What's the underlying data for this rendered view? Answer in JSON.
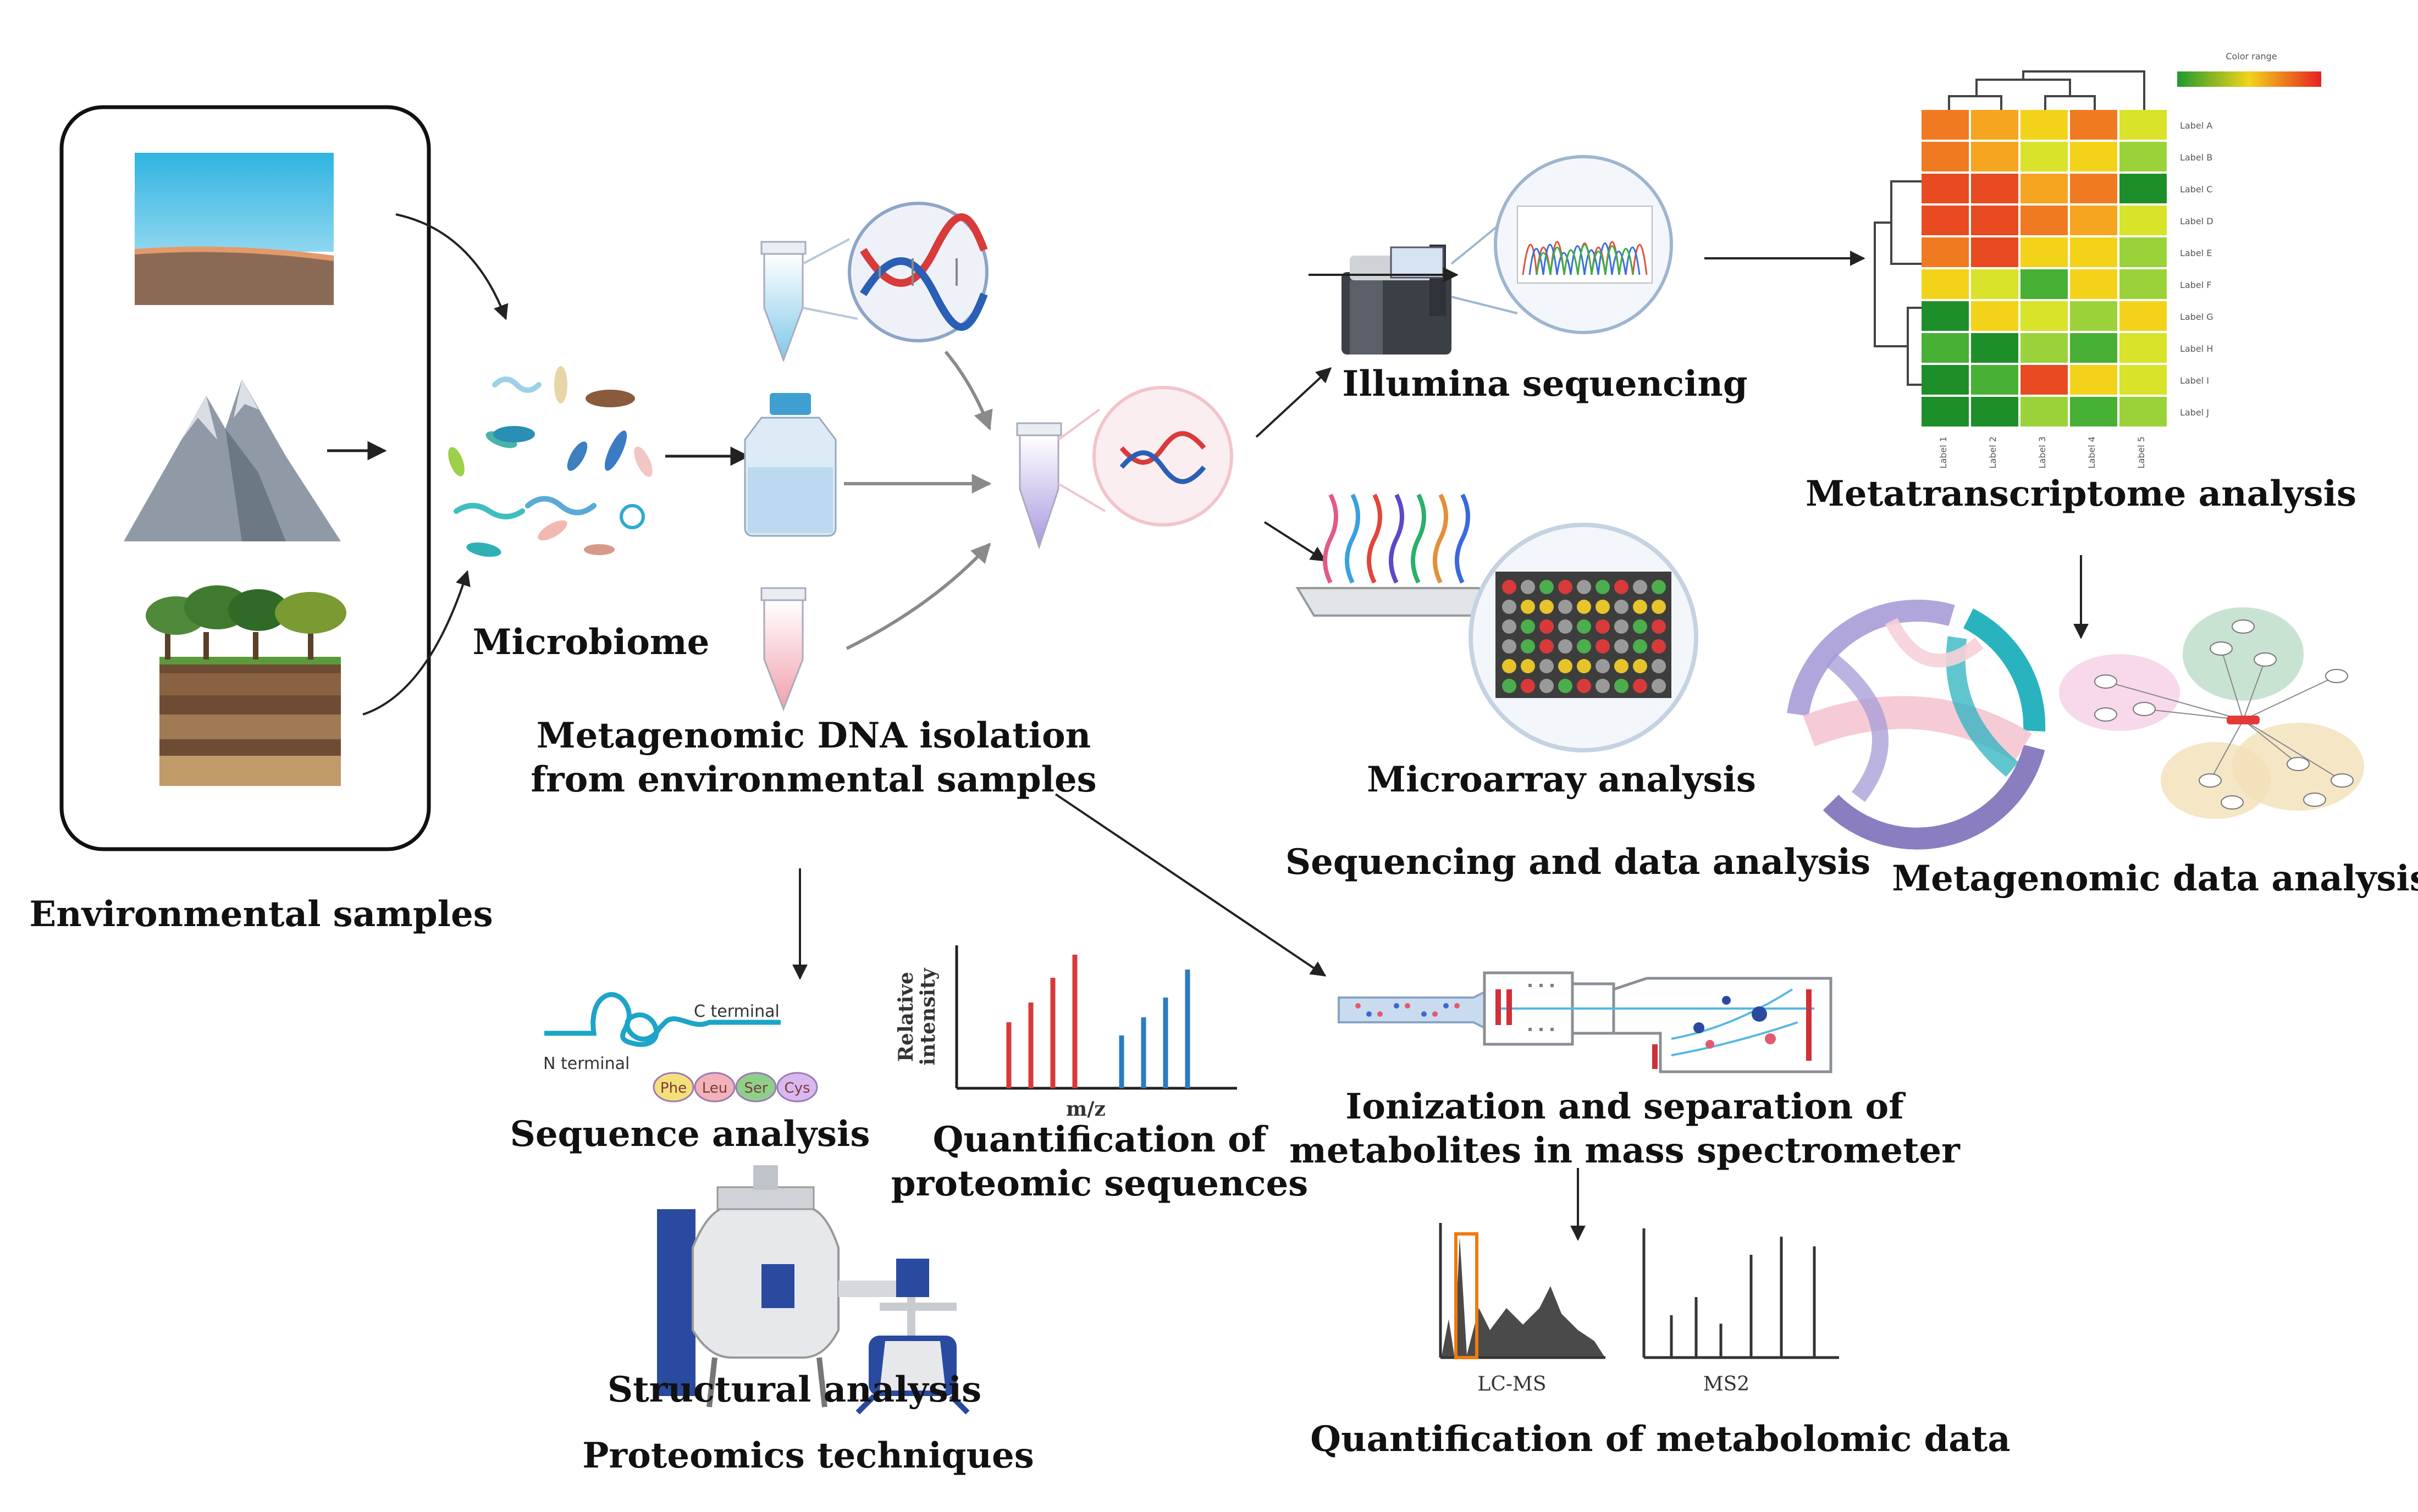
{
  "labels": {
    "environmental_samples": "Environmental samples",
    "microbiome": "Microbiome",
    "dna_isolation_line1": "Metagenomic DNA isolation",
    "dna_isolation_line2": "from environmental samples",
    "illumina": "Illumina  sequencing",
    "microarray": "Microarray analysis",
    "seq_data_analysis": "Sequencing and data analysis",
    "metatranscriptome": "Metatranscriptome analysis",
    "metagenomic_data": "Metagenomic data analysis",
    "sequence_analysis": "Sequence analysis",
    "quant_proteomic_line1": "Quantification of",
    "quant_proteomic_line2": "proteomic sequences",
    "structural_analysis": "Structural analysis",
    "proteomics_techniques": "Proteomics techniques",
    "ionization_line1": "Ionization and separation of",
    "ionization_line2": "metabolites in mass spectrometer",
    "quant_metabolomic": "Quantification of metabolomic data"
  },
  "protein": {
    "c_terminal": "C terminal",
    "n_terminal": "N terminal",
    "residues": [
      "Phe",
      "Leu",
      "Ser",
      "Cys"
    ]
  },
  "proteomic_chart": {
    "ylabel_line1": "Relative",
    "ylabel_line2": "intensity",
    "xlabel": "m/z"
  },
  "heatmap": {
    "legend_title": "Color range",
    "row_labels": [
      "Label A",
      "Label B",
      "Label C",
      "Label D",
      "Label E",
      "Label F",
      "Label G",
      "Label H",
      "Label I",
      "Label J"
    ],
    "col_labels": [
      "Label 1",
      "Label 2",
      "Label 3",
      "Label 4",
      "Label 5"
    ]
  },
  "ms_charts": {
    "lcms_label": "LC-MS",
    "ms2_label": "MS2"
  },
  "colors": {
    "red_bars": "#d9393a",
    "blue_bars": "#2b7cc0",
    "arrow": "#222222"
  }
}
